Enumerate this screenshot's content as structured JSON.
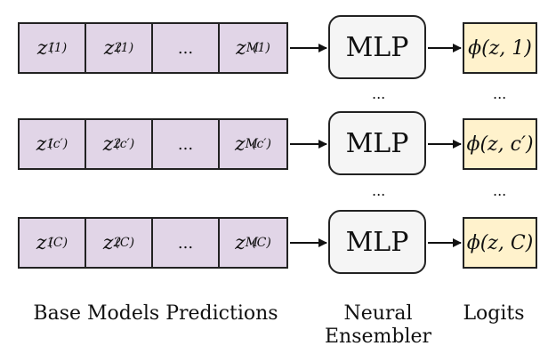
{
  "rows": [
    {
      "cells": [
        {
          "base": "z",
          "sub": "1",
          "sup": "(1)"
        },
        {
          "base": "z",
          "sub": "2",
          "sup": "(1)"
        },
        {
          "text": "..."
        },
        {
          "base": "z",
          "sub": "M",
          "sup": "(1)"
        }
      ],
      "mlp": "MLP",
      "logit": "ϕ(z, 1)"
    },
    {
      "cells": [
        {
          "base": "z",
          "sub": "1",
          "sup": "(c′)"
        },
        {
          "base": "z",
          "sub": "2",
          "sup": "(c′)"
        },
        {
          "text": "..."
        },
        {
          "base": "z",
          "sub": "M",
          "sup": "(c′)"
        }
      ],
      "mlp": "MLP",
      "logit": "ϕ(z, c′)"
    },
    {
      "cells": [
        {
          "base": "z",
          "sub": "1",
          "sup": "(C)"
        },
        {
          "base": "z",
          "sub": "2",
          "sup": "(C)"
        },
        {
          "text": "..."
        },
        {
          "base": "z",
          "sub": "M",
          "sup": "(C)"
        }
      ],
      "mlp": "MLP",
      "logit": "ϕ(z, C)"
    }
  ],
  "ellipsis": "...",
  "labels": {
    "base": "Base Models Predictions",
    "ensembler_line1": "Neural",
    "ensembler_line2": "Ensembler",
    "logits": "Logits"
  },
  "colors": {
    "prediction_cell": "#e1d5e7",
    "mlp_box": "#f5f5f5",
    "logit_box": "#fff2cc",
    "stroke": "#222222"
  }
}
